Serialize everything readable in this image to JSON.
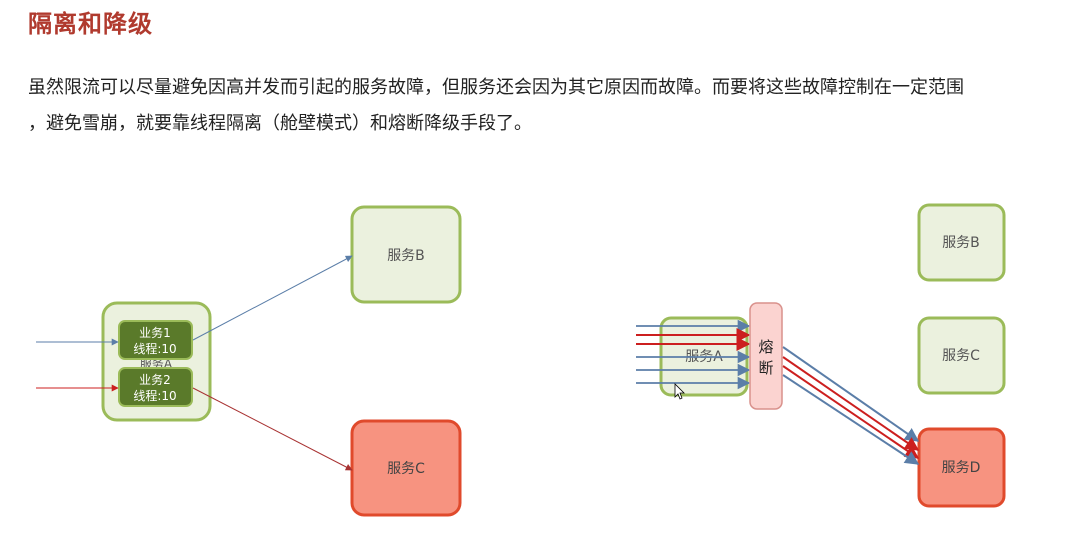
{
  "heading": "隔离和降级",
  "paragraph": {
    "line1": "虽然限流可以尽量避免因高并发而引起的服务故障，但服务还会因为其它原因而故障。而要将这些故障控制在一定范围",
    "line2": "，避免雪崩，就要靠线程隔离（舱壁模式）和熔断降级手段了。"
  },
  "left_diagram": {
    "service_a": "服务A",
    "service_b": "服务B",
    "service_c": "服务C",
    "pool1_line1": "业务1",
    "pool1_line2": "线程:10",
    "pool2_line1": "业务2",
    "pool2_line2": "线程:10"
  },
  "right_diagram": {
    "service_a": "服务A",
    "service_b": "服务B",
    "service_c": "服务C",
    "service_d": "服务D",
    "breaker_char1": "熔",
    "breaker_char2": "断"
  },
  "colors": {
    "heading": "#b03a2e",
    "healthy_fill": "#ebf1de",
    "healthy_stroke": "#9bbb59",
    "failed_fill": "#f79380",
    "failed_stroke": "#e04a2c",
    "pool_fill": "#5a7a2a",
    "breaker_fill": "#fbd3d0",
    "breaker_stroke": "#d9918c",
    "blue_arrow": "#5b7ea8",
    "red_arrow": "#cc1f1f"
  }
}
